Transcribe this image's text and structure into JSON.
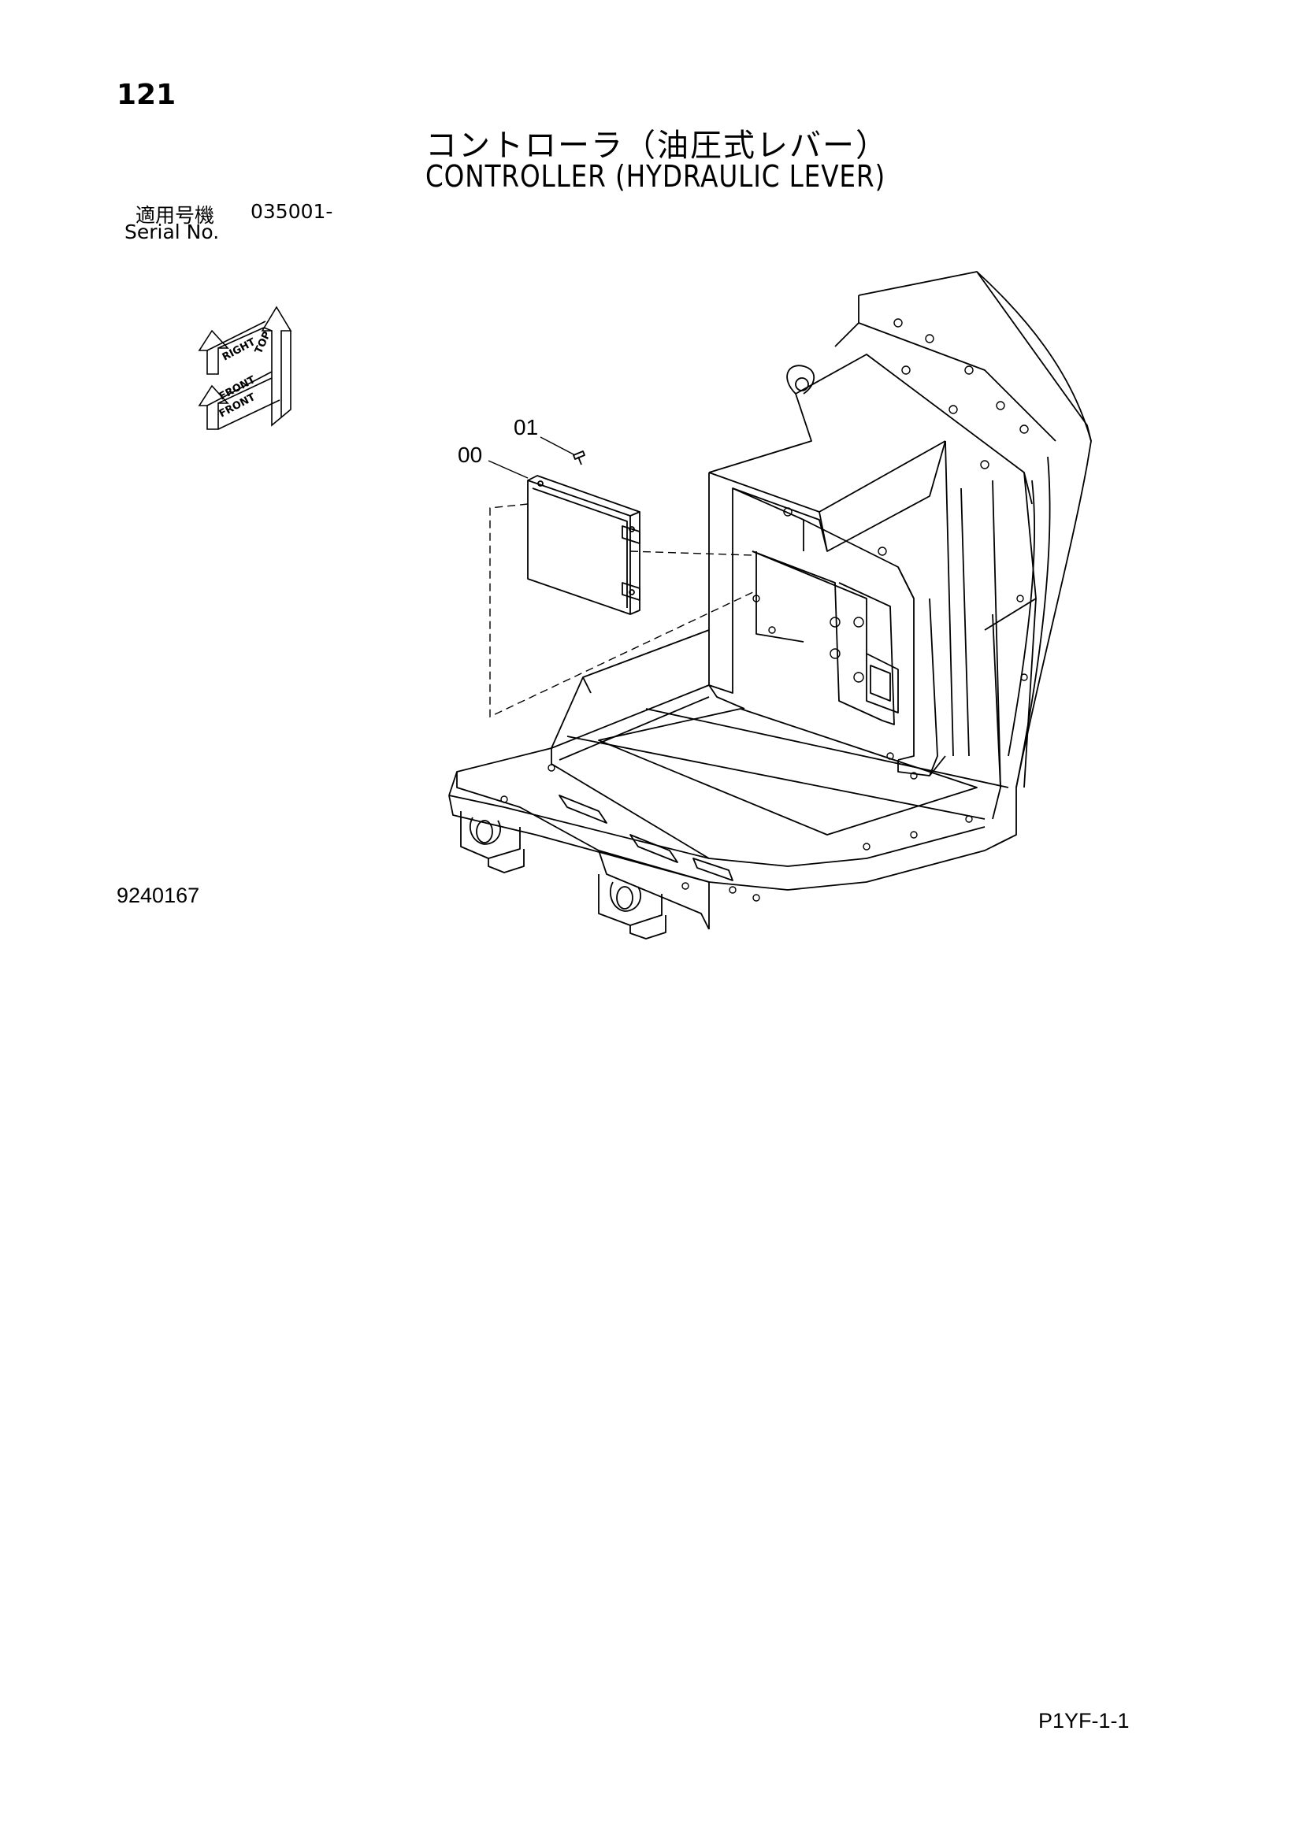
{
  "page": {
    "number": "121",
    "title_jp": "コントローラ（油圧式レバー）",
    "title_en": "CONTROLLER (HYDRAULIC LEVER)",
    "serial_label_jp": "適用号機",
    "serial_value": "035001-",
    "serial_label_en": "Serial No.",
    "figure_code": "9240167",
    "page_ref": "P1YF-1-1"
  },
  "orientation": {
    "top": "TOP",
    "right": "RIGHT",
    "front": "FRONT"
  },
  "callouts": [
    {
      "id": "00"
    },
    {
      "id": "01"
    }
  ]
}
